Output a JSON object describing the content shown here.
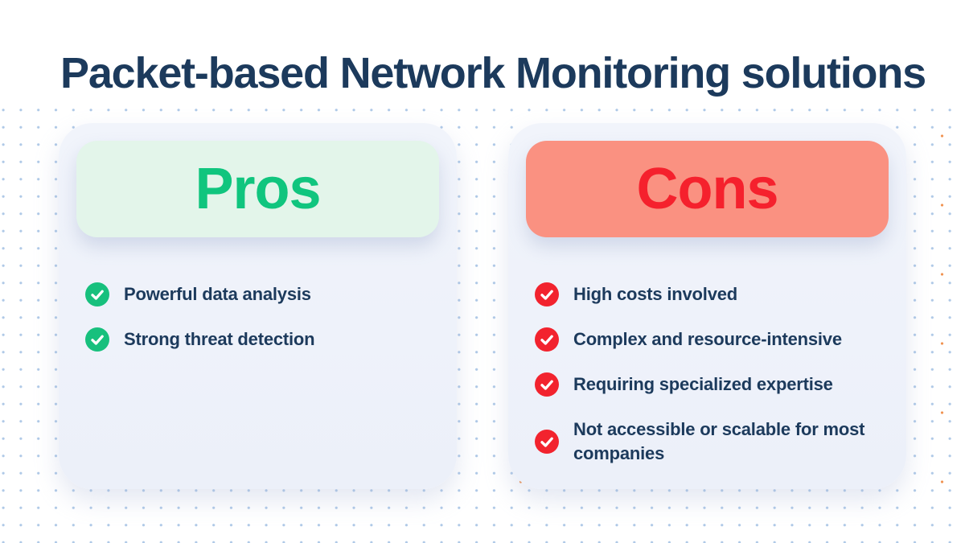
{
  "page": {
    "title": "Packet-based Network Monitoring solutions"
  },
  "colors": {
    "navy": "#1c3a5c",
    "mint": "#e3f5ea",
    "green_text": "#10c57e",
    "green_badge": "#17c07d",
    "salmon": "#fa9181",
    "red_text": "#f5212d",
    "red_badge": "#f2232e",
    "card_bg": "#edf1fa",
    "dot_blue": "#afc9e7",
    "dot_orange": "#f0914e"
  },
  "pros": {
    "header": "Pros",
    "check_icon": "check-icon",
    "items": [
      "Powerful data analysis",
      "Strong threat detection"
    ]
  },
  "cons": {
    "header": "Cons",
    "check_icon": "check-icon",
    "items": [
      "High costs involved",
      "Complex and resource-intensive",
      "Requiring specialized expertise",
      "Not accessible or scalable for most companies"
    ]
  }
}
